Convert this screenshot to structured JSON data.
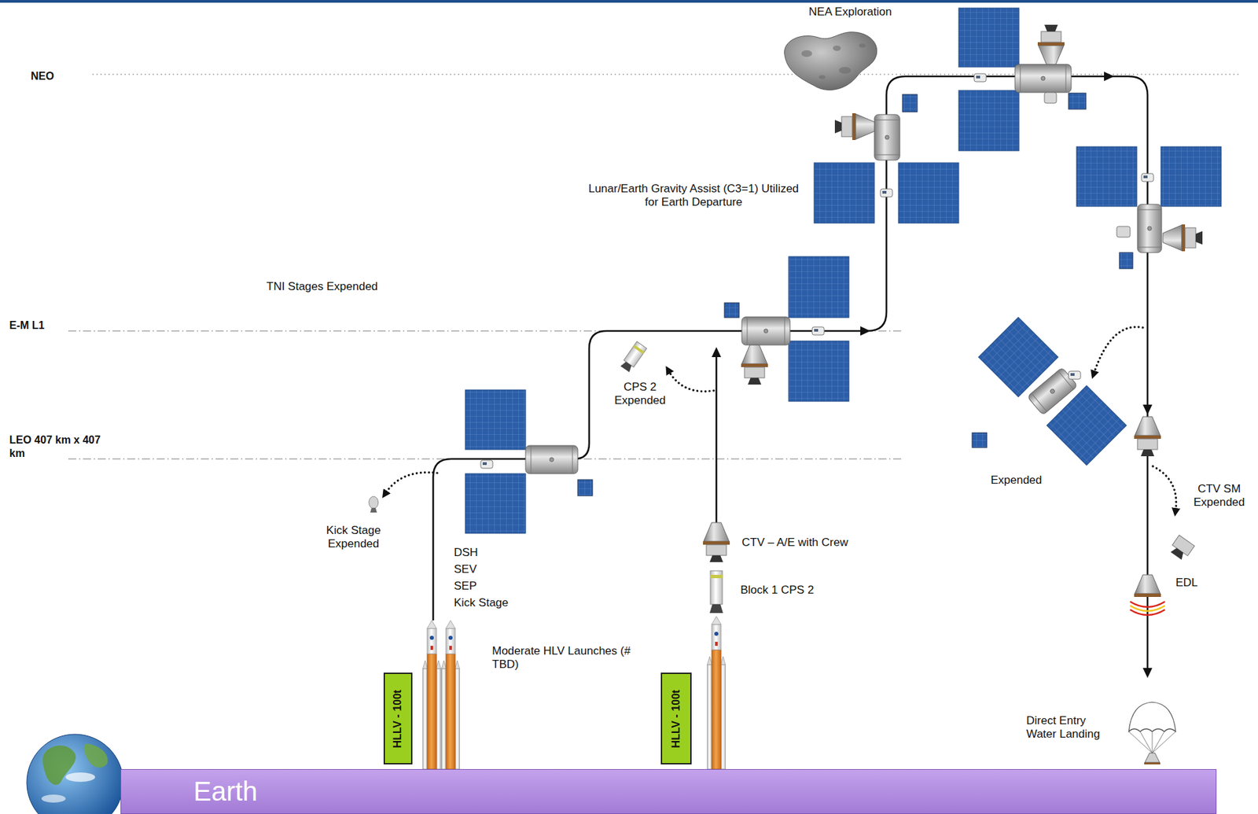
{
  "diagram": {
    "nodes": [
      {
        "text": [
          "HLLV - 100t"
        ]
      },
      {
        "text": [
          "HLLV - 100t"
        ]
      },
      {
        "text": [
          "Earth"
        ]
      }
    ],
    "labels": [
      "NEA Exploration",
      "NEO",
      "Lunar/Earth Gravity Assist (C3=1) Utilized for Earth Departure",
      "TNI Stages Expended",
      "E-M L1",
      "CPS 2 Expended",
      "LEO 407 km x 407 km",
      "Expended",
      "CTV SM Expended",
      "Kick Stage Expended",
      "CTV – A/E with Crew",
      "EDL",
      "DSH",
      "SEV",
      "SEP",
      "Kick Stage",
      "Block 1 CPS 2",
      "Moderate HLV Launches (# TBD)",
      "Direct Entry Water Landing"
    ]
  }
}
